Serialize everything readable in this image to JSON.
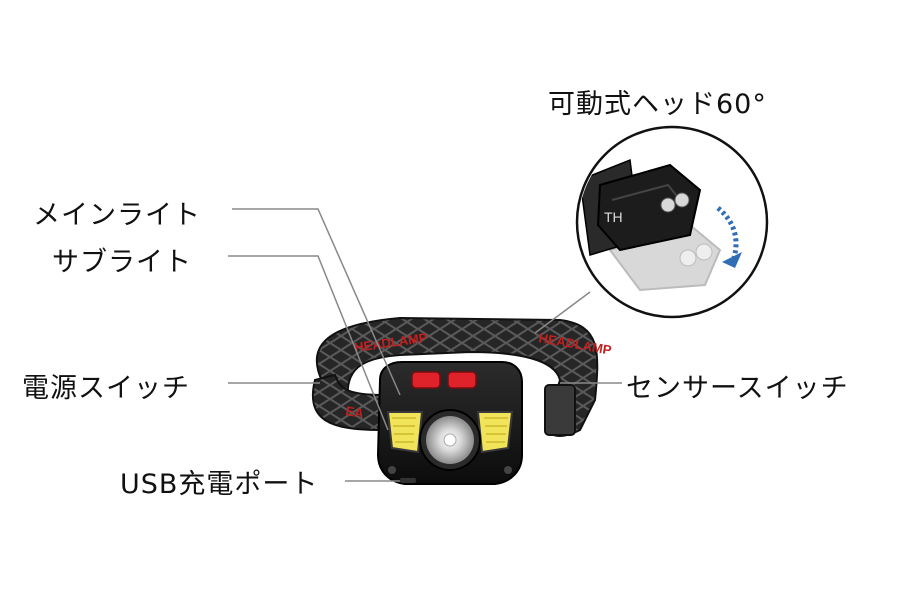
{
  "callouts": {
    "pivot_head": "可動式ヘッド60°",
    "main_light": "メインライト",
    "sub_light": "サブライト",
    "power_switch": "電源スイッチ",
    "sensor_switch": "センサースイッチ",
    "usb_port": "USB充電ポート"
  },
  "strap_text": {
    "left": "HEADLAMP",
    "right": "HEADLAMP",
    "lower": "EA"
  },
  "inset_text": "TH",
  "colors": {
    "strap": "#2a2a2a",
    "strap_pattern": "#555555",
    "strap_text": "#c0201f",
    "button": "#e0222a",
    "cob_led": "#f2e45a",
    "body": "#161616",
    "arrow": "#2f6db5",
    "leader_line": "#888888"
  },
  "icons": [
    "rotation-arrow-icon"
  ]
}
